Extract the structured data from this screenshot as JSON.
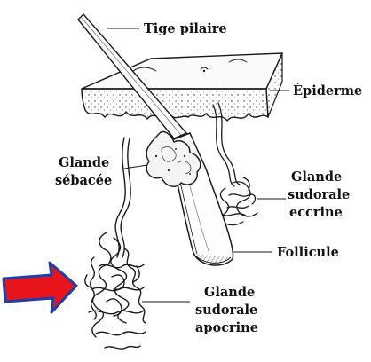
{
  "labels": {
    "hair_shaft": "Tige pilaire",
    "epidermis": "Épiderme",
    "sebaceous": [
      "Glande",
      "sébacée"
    ],
    "eccrine": [
      "Glande",
      "sudorale",
      "eccrine"
    ],
    "follicle": "Follicule",
    "apocrine": [
      "Glande",
      "sudorale",
      "apocrine"
    ]
  },
  "colors": {
    "arrow_fill": "#e8141c",
    "arrow_outline": "#1f3fa8",
    "ink": "#1a1a1a",
    "background": "#ffffff"
  },
  "icons": {
    "pointer": "red-arrow-icon"
  }
}
